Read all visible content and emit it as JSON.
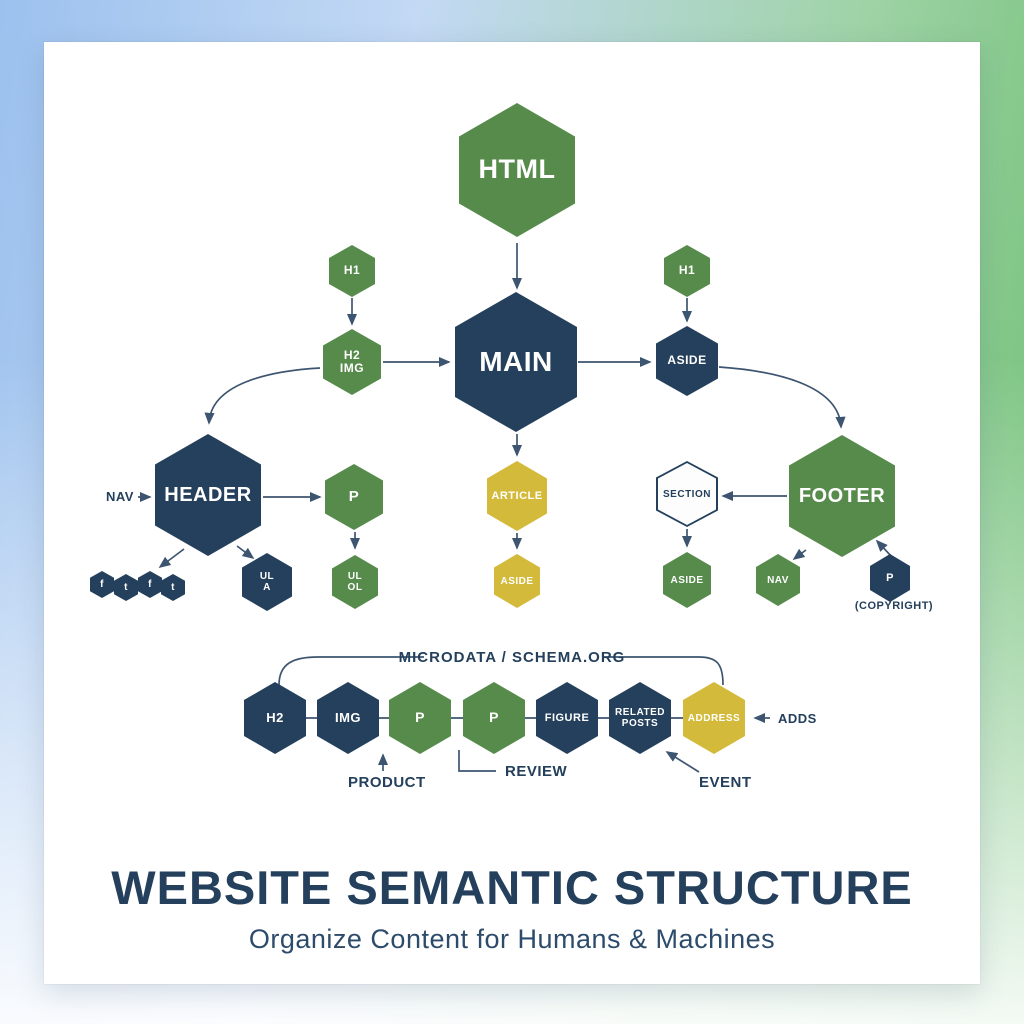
{
  "colors": {
    "green": "#578b4c",
    "navy": "#24405c",
    "gold": "#d4ba3a",
    "arrow": "#3d5570",
    "bg_blue": "#9cc1ee",
    "bg_green": "#6fbf74"
  },
  "tree": {
    "html": "HTML",
    "h1_left": "H1",
    "h2img": {
      "line1": "H2",
      "line2": "IMG"
    },
    "main": "MAIN",
    "h1_right": "H1",
    "aside_mid": "ASIDE",
    "nav_label": "NAV",
    "header": "HEADER",
    "p_left": "P",
    "ul_a": {
      "line1": "UL",
      "line2": "A"
    },
    "ul_ol": {
      "line1": "UL",
      "line2": "OL"
    },
    "article": "ARTICLE",
    "aside_gold": "ASIDE",
    "section": "SECTION",
    "footer": "FOOTER",
    "aside_green": "ASIDE",
    "nav_green": "NAV",
    "p_right": "P",
    "copyright": "(COPYRIGHT)"
  },
  "social": {
    "icon1": "f",
    "icon2": "t",
    "icon3": "f",
    "icon4": "t"
  },
  "schema": {
    "heading": "MICRODATA / SCHEMA.ORG",
    "nodes": {
      "h2": "H2",
      "img": "IMG",
      "p1": "P",
      "p2": "P",
      "figure": "FIGURE",
      "related": {
        "line1": "RELATED",
        "line2": "POSTS"
      },
      "address": "ADDRESS"
    },
    "annotations": {
      "adds": "ADDS",
      "product": "PRODUCT",
      "review": "REVIEW",
      "event": "EVENT"
    }
  },
  "footer_text": {
    "title": "WEBSITE SEMANTIC STRUCTURE",
    "subtitle": "Organize Content for Humans & Machines"
  }
}
